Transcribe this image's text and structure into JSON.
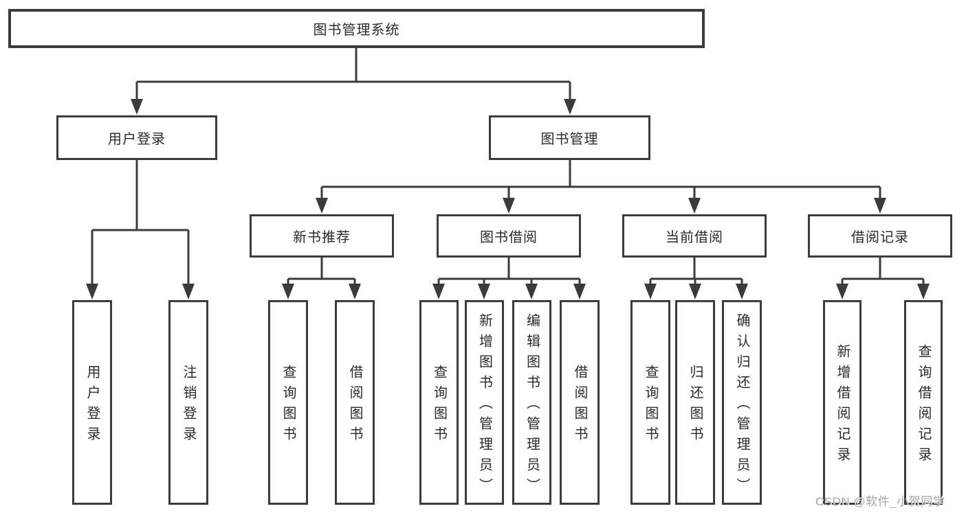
{
  "colors": {
    "line": "#3b3b3b",
    "text": "#2a2a2a",
    "watermark": "#a3a3a3",
    "background": "#ffffff"
  },
  "tree": {
    "root": {
      "label": "图书管理系统"
    },
    "user_login": {
      "label": "用户登录",
      "children": [
        "用户登录",
        "注销登录"
      ]
    },
    "book_management": {
      "label": "图书管理",
      "groups": [
        {
          "label": "新书推荐",
          "children": [
            "查询图书",
            "借阅图书"
          ]
        },
        {
          "label": "图书借阅",
          "children": [
            "查询图书",
            "新增图书（管理员）",
            "编辑图书（管理员）",
            "借阅图书"
          ]
        },
        {
          "label": "当前借阅",
          "children": [
            "查询图书",
            "归还图书",
            "确认归还（管理员）"
          ]
        },
        {
          "label": "借阅记录",
          "children": [
            "新增借阅记录",
            "查询借阅记录"
          ]
        }
      ]
    }
  },
  "watermark": {
    "text": "CSDN @软件_小贺同学"
  }
}
